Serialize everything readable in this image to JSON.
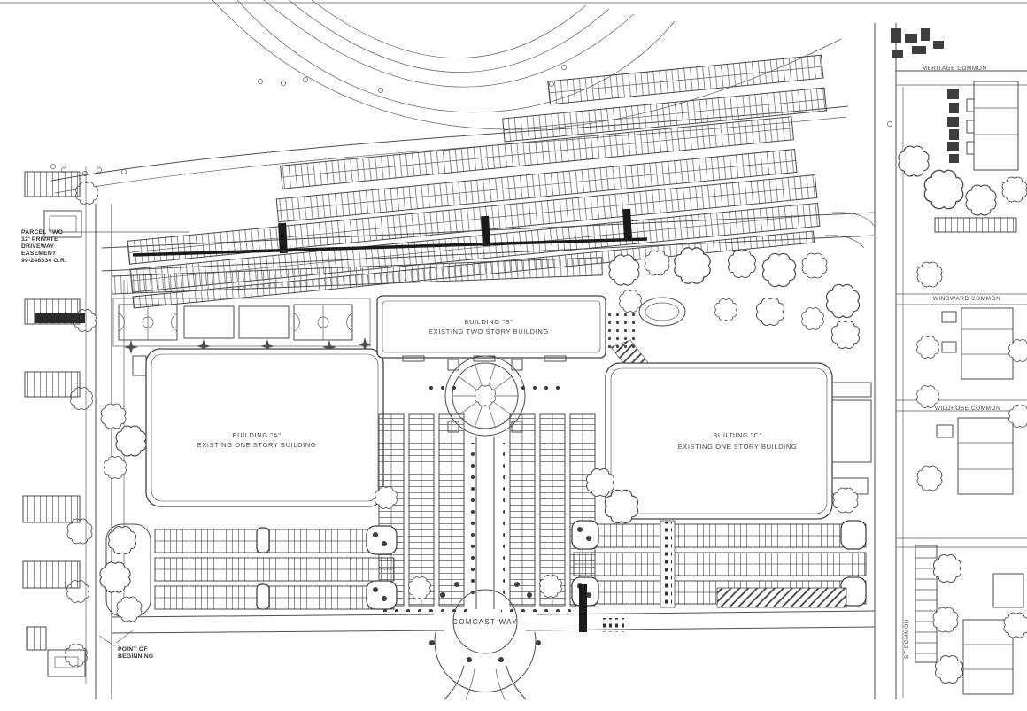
{
  "colors": {
    "paper": "#ffffff",
    "ink": "#4a4d50",
    "ink_dark": "#1b1b1b",
    "text": "#43474b"
  },
  "buildings": {
    "a": {
      "name": "BUILDING \"A\"",
      "desc": "EXISTING ONE STORY BUILDING"
    },
    "b": {
      "name": "BUILDING \"B\"",
      "desc": "EXISTING TWO STORY BUILDING"
    },
    "c": {
      "name": "BUILDING \"C\"",
      "desc": "EXISTING ONE STORY BUILDING"
    }
  },
  "streets": {
    "comcast_way": "COMCAST WAY"
  },
  "commons": {
    "meritage": "MERITAGE COMMON",
    "windward": "WINDWARD COMMON",
    "wildrose": "WILDROSE COMMON",
    "st_common": "ST COMMON"
  },
  "annotations": {
    "parcel_note": [
      "PARCEL TWO",
      "12' PRIVATE",
      "DRIVEWAY",
      "EASEMENT",
      "99-248334 O.R."
    ],
    "point_of_beginning": [
      "POINT OF",
      "BEGINNING"
    ]
  }
}
